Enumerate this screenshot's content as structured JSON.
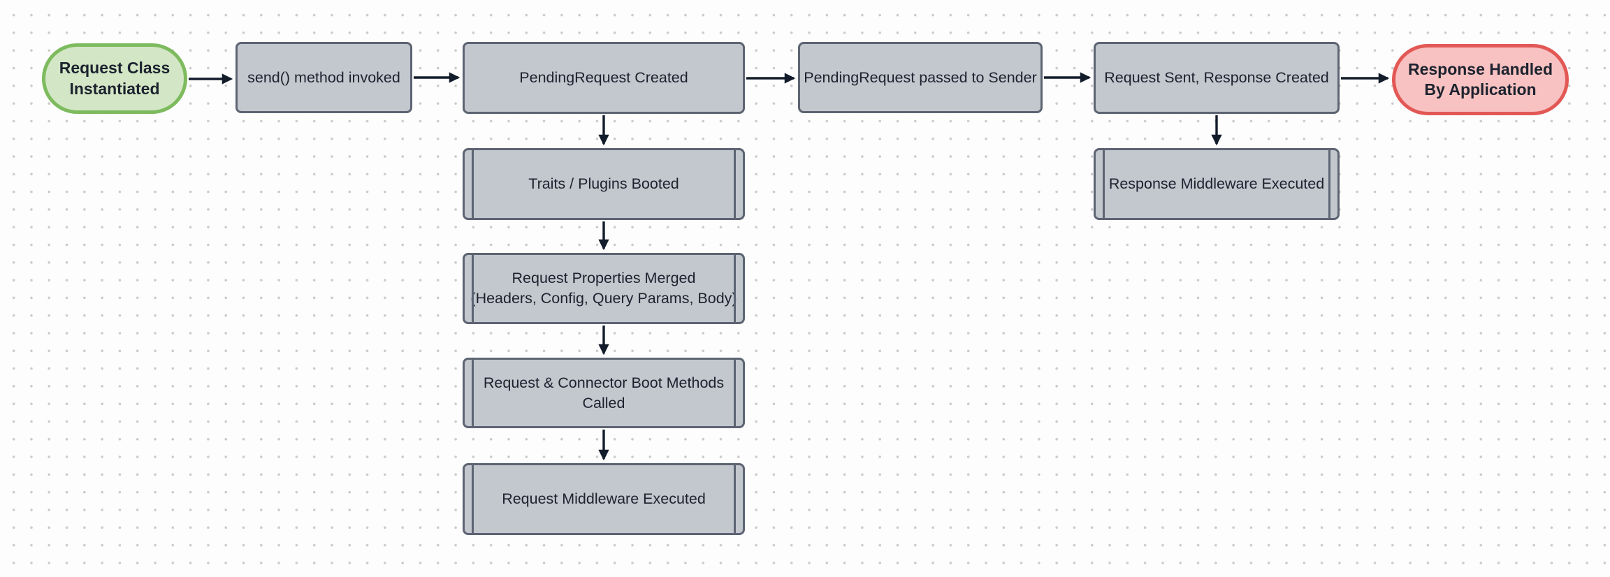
{
  "diagram": {
    "type": "flowchart",
    "nodes": {
      "A": {
        "id": "request-class-instantiated",
        "shape": "stadium",
        "role": "start",
        "lines": [
          "Request Class",
          "Instantiated"
        ]
      },
      "B": {
        "id": "send-method-invoked",
        "shape": "rect",
        "lines": [
          "send() method invoked"
        ]
      },
      "C": {
        "id": "pending-request-created",
        "shape": "rect",
        "lines": [
          "PendingRequest Created"
        ]
      },
      "D": {
        "id": "pending-request-passed-to-sender",
        "shape": "rect",
        "lines": [
          "PendingRequest passed to Sender"
        ]
      },
      "E": {
        "id": "request-sent-response-created",
        "shape": "rect",
        "lines": [
          "Request Sent, Response Created"
        ]
      },
      "F": {
        "id": "response-handled-by-application",
        "shape": "stadium",
        "role": "end",
        "lines": [
          "Response Handled",
          "By Application"
        ]
      },
      "C1": {
        "id": "traits-plugins-booted",
        "shape": "subroutine",
        "lines": [
          "Traits / Plugins Booted"
        ]
      },
      "C2": {
        "id": "request-properties-merged",
        "shape": "subroutine",
        "lines": [
          "Request Properties Merged",
          "(Headers, Config, Query Params, Body)"
        ]
      },
      "C3": {
        "id": "request-connector-boot-methods-called",
        "shape": "subroutine",
        "lines": [
          "Request & Connector Boot Methods",
          "Called"
        ]
      },
      "C4": {
        "id": "request-middleware-executed",
        "shape": "subroutine",
        "lines": [
          "Request Middleware Executed"
        ]
      },
      "E1": {
        "id": "response-middleware-executed",
        "shape": "subroutine",
        "lines": [
          "Response Middleware Executed"
        ]
      }
    },
    "edges": [
      {
        "from": "A",
        "to": "B"
      },
      {
        "from": "B",
        "to": "C"
      },
      {
        "from": "C",
        "to": "D"
      },
      {
        "from": "D",
        "to": "E"
      },
      {
        "from": "E",
        "to": "F"
      },
      {
        "from": "C",
        "to": "C1"
      },
      {
        "from": "C1",
        "to": "C2"
      },
      {
        "from": "C2",
        "to": "C3"
      },
      {
        "from": "C3",
        "to": "C4"
      },
      {
        "from": "E",
        "to": "E1"
      }
    ]
  },
  "colors": {
    "canvas_bg": "#fdfdfd",
    "dot": "#cbcbcb",
    "node_fill": "#c3c7ce",
    "node_border": "#5d6472",
    "start_fill": "#d3e7c6",
    "start_border": "#7dbb5e",
    "end_fill": "#f7c2c1",
    "end_border": "#e25855",
    "edge": "#131c2b",
    "text": "#1c222e"
  }
}
